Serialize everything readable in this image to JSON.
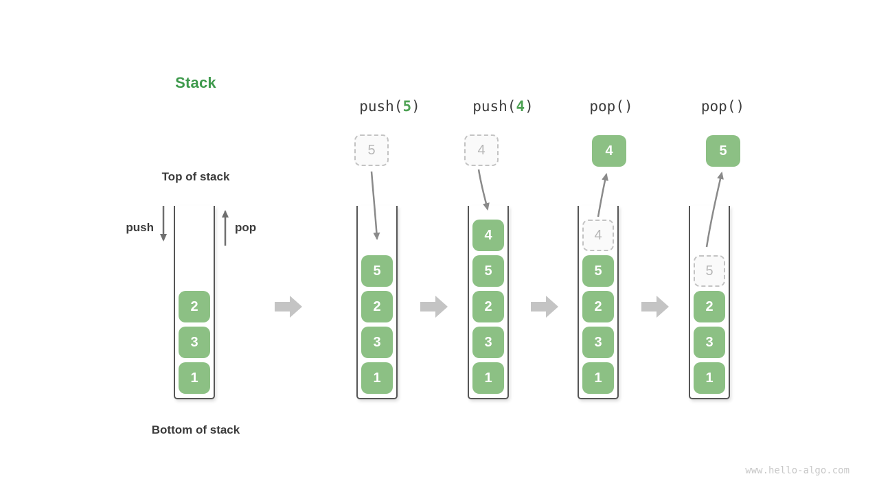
{
  "title": "Stack",
  "labels": {
    "top": "Top of stack",
    "bottom": "Bottom of stack",
    "push": "push",
    "pop": "pop"
  },
  "operations": [
    {
      "prefix": "push(",
      "arg": "5",
      "suffix": ")"
    },
    {
      "prefix": "push(",
      "arg": "4",
      "suffix": ")"
    },
    {
      "prefix": "pop()",
      "arg": "",
      "suffix": ""
    },
    {
      "prefix": "pop()",
      "arg": "",
      "suffix": ""
    }
  ],
  "floating_boxes": {
    "push5_operand": "5",
    "push4_operand": "4",
    "pop1_result": "4",
    "pop2_result": "5"
  },
  "stacks": [
    {
      "id": "initial",
      "cells": [
        {
          "value": "2",
          "style": "solid"
        },
        {
          "value": "3",
          "style": "solid"
        },
        {
          "value": "1",
          "style": "solid"
        }
      ]
    },
    {
      "id": "after-push-5",
      "cells": [
        {
          "value": "5",
          "style": "solid"
        },
        {
          "value": "2",
          "style": "solid"
        },
        {
          "value": "3",
          "style": "solid"
        },
        {
          "value": "1",
          "style": "solid"
        }
      ]
    },
    {
      "id": "after-push-4",
      "cells": [
        {
          "value": "4",
          "style": "solid"
        },
        {
          "value": "5",
          "style": "solid"
        },
        {
          "value": "2",
          "style": "solid"
        },
        {
          "value": "3",
          "style": "solid"
        },
        {
          "value": "1",
          "style": "solid"
        }
      ]
    },
    {
      "id": "after-pop-1",
      "cells": [
        {
          "value": "4",
          "style": "dashed"
        },
        {
          "value": "5",
          "style": "solid"
        },
        {
          "value": "2",
          "style": "solid"
        },
        {
          "value": "3",
          "style": "solid"
        },
        {
          "value": "1",
          "style": "solid"
        }
      ]
    },
    {
      "id": "after-pop-2",
      "cells": [
        {
          "value": "5",
          "style": "dashed"
        },
        {
          "value": "2",
          "style": "solid"
        },
        {
          "value": "3",
          "style": "solid"
        },
        {
          "value": "1",
          "style": "solid"
        }
      ]
    }
  ],
  "colors": {
    "box_green": "#8cc084",
    "title_green": "#3f9a4d",
    "operand_green": "#4da153",
    "dark_text": "#3b3b3b",
    "thin_arrow": "#6f6f6f",
    "flow_arrow": "#8a8a8a",
    "block_arrow": "#c4c4c4",
    "dashed_border": "#c3c3c3"
  },
  "watermark": "www.hello-algo.com"
}
